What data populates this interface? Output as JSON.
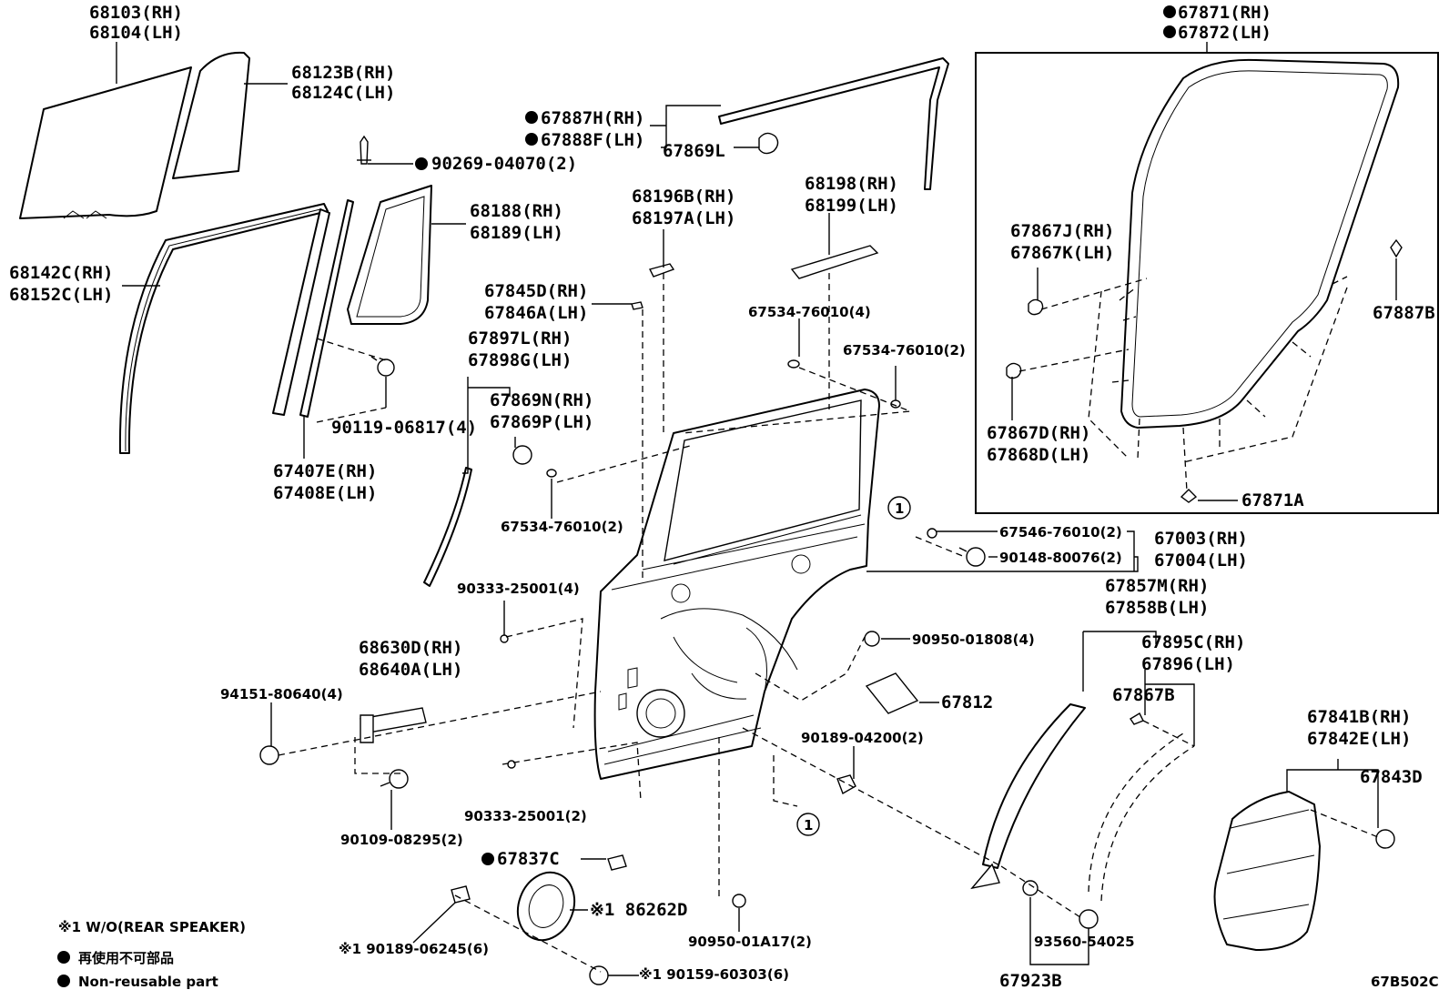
{
  "parts": {
    "p68103": "68103(RH)",
    "p68104": "68104(LH)",
    "p68123": "68123B(RH)",
    "p68124": "68124C(LH)",
    "p90269": "90269-04070(2)",
    "p68142": "68142C(RH)",
    "p68152": "68152C(LH)",
    "p68188": "68188(RH)",
    "p68189": "68189(LH)",
    "p90119": "90119-06817(4)",
    "p67407": "67407E(RH)",
    "p67408": "67408E(LH)",
    "p67887H": "67887H(RH)",
    "p67888F": "67888F(LH)",
    "p67869L": "67869L",
    "p68196": "68196B(RH)",
    "p68197": "68197A(LH)",
    "p68198": "68198(RH)",
    "p68199": "68199(LH)",
    "p67845": "67845D(RH)",
    "p67846": "67846A(LH)",
    "p67534a": "67534-76010(4)",
    "p67534b": "67534-76010(2)",
    "p67897": "67897L(RH)",
    "p67898": "67898G(LH)",
    "p67869N": "67869N(RH)",
    "p67869P": "67869P(LH)",
    "p67534c": "67534-76010(2)",
    "p67871": "67871(RH)",
    "p67872": "67872(LH)",
    "p67867J": "67867J(RH)",
    "p67867K": "67867K(LH)",
    "p67887B": "67887B",
    "p67867D": "67867D(RH)",
    "p67868D": "67868D(LH)",
    "p67871A": "67871A",
    "p67546": "67546-76010(2)",
    "p90148": "90148-80076(2)",
    "p67003": "67003(RH)",
    "p67004": "67004(LH)",
    "p90333a": "90333-25001(4)",
    "p67857": "67857M(RH)",
    "p67858": "67858B(LH)",
    "p68630": "68630D(RH)",
    "p68640": "68640A(LH)",
    "p90950a": "90950-01808(4)",
    "p67895": "67895C(RH)",
    "p67896": "67896(LH)",
    "p94151": "94151-80640(4)",
    "p67812": "67812",
    "p67867B": "67867B",
    "p90189a": "90189-04200(2)",
    "p67841": "67841B(RH)",
    "p67842": "67842E(LH)",
    "p67843": "67843D",
    "p90333b": "90333-25001(2)",
    "p90109": "90109-08295(2)",
    "p67837": "67837C",
    "p186262": "※1 86262D",
    "p90189b": "※1 90189-06245(6)",
    "p90950b": "90950-01A17(2)",
    "p90159": "※1 90159-60303(6)",
    "p93560": "93560-54025",
    "p67923": "67923B"
  },
  "callout": "1",
  "legend": {
    "note1": "※1 W/O(REAR SPEAKER)",
    "nonreusable_jp": "再使用不可部品",
    "nonreusable_en": "Non-reusable part"
  },
  "figure_code": "67B502C"
}
